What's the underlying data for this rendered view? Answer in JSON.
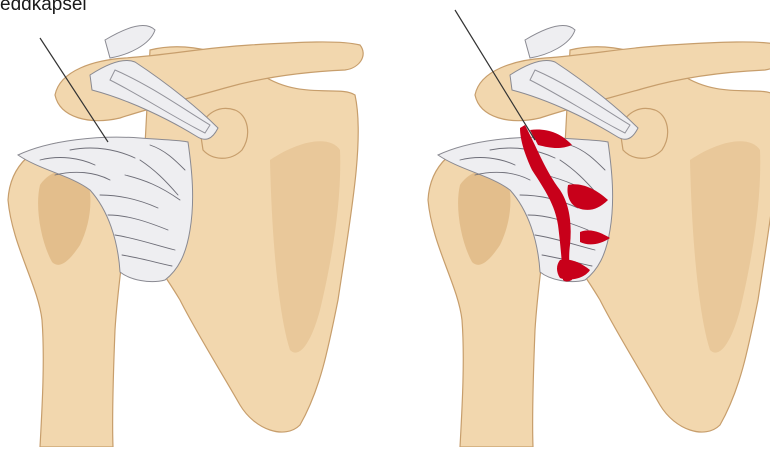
{
  "labels": {
    "capsule_label": "eddkapsel"
  },
  "colors": {
    "bone_fill": "#F2D7AE",
    "bone_shadow": "#E3BE8C",
    "bone_outline": "#C79E6C",
    "capsule_fill": "#EEEEF1",
    "capsule_fiber": "#6E6E78",
    "tear_red": "#C8001A",
    "leader_line": "#333333"
  },
  "panels": [
    {
      "state": "healthy-capsule"
    },
    {
      "state": "torn-capsule"
    }
  ]
}
